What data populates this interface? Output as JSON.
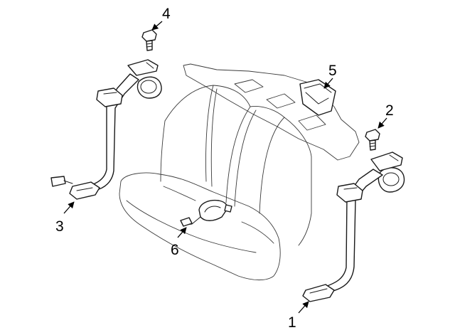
{
  "diagram": {
    "type": "exploded parts diagram",
    "callouts": [
      {
        "id": "1",
        "label": "1"
      },
      {
        "id": "2",
        "label": "2"
      },
      {
        "id": "3",
        "label": "3"
      },
      {
        "id": "4",
        "label": "4"
      },
      {
        "id": "5",
        "label": "5"
      },
      {
        "id": "6",
        "label": "6"
      }
    ]
  }
}
